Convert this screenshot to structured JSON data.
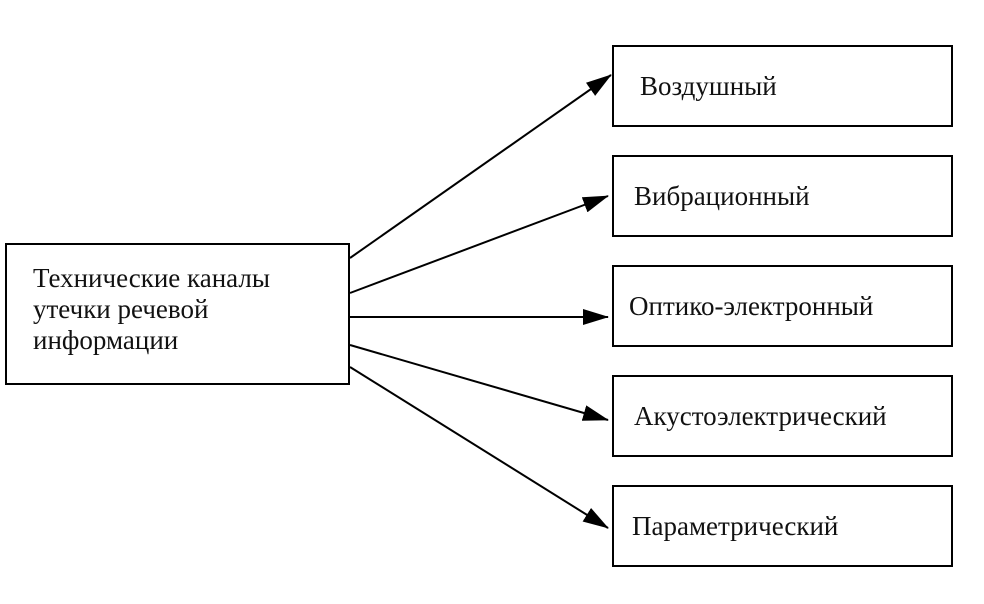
{
  "root": {
    "lines": [
      "Технические каналы",
      "утечки речевой",
      "информации"
    ]
  },
  "channels": [
    {
      "label": "Воздушный"
    },
    {
      "label": "Вибрационный"
    },
    {
      "label": "Оптико-электронный"
    },
    {
      "label": "Акустоэлектрический"
    },
    {
      "label": "Параметрический"
    }
  ]
}
